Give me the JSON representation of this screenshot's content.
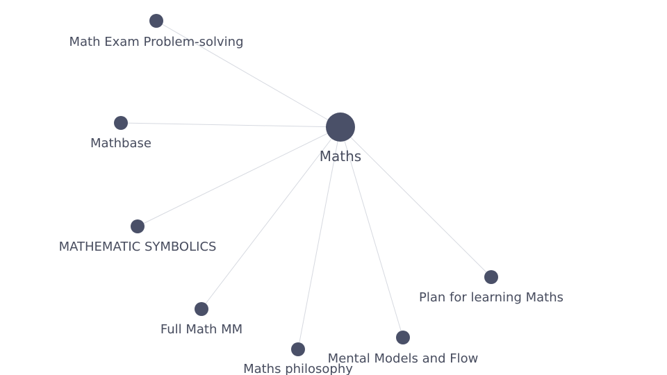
{
  "graph": {
    "center": {
      "label": "Maths",
      "color": "#4a5068"
    },
    "nodes": [
      {
        "label": "Math Exam Problem-solving"
      },
      {
        "label": "Mathbase"
      },
      {
        "label": "MATHEMATIC SYMBOLICS"
      },
      {
        "label": "Full Math MM"
      },
      {
        "label": "Maths philosophy"
      },
      {
        "label": "Mental Models and Flow"
      },
      {
        "label": "Plan for learning Maths"
      }
    ],
    "edge_color": "#d6d9e0",
    "node_color": "#4a5068",
    "label_color": "#474c5e"
  }
}
